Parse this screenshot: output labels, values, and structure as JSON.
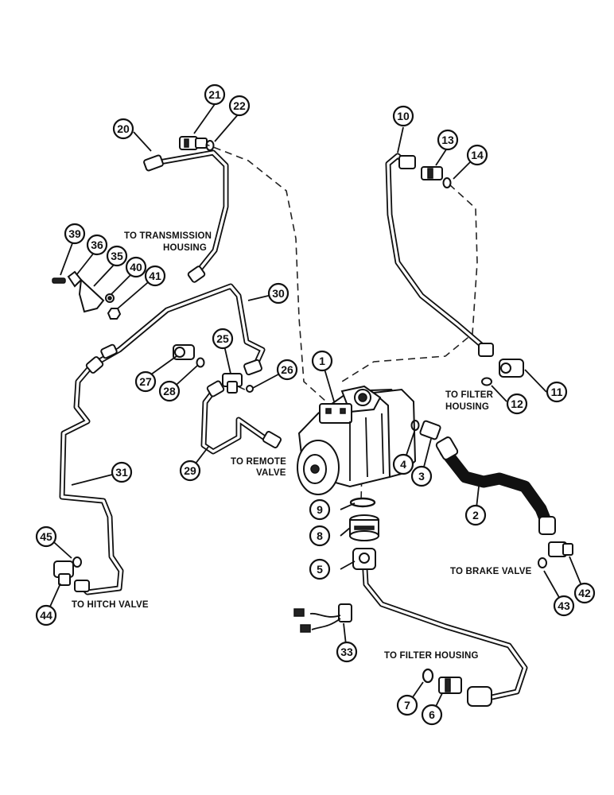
{
  "notes": {
    "transmission_1": "TO TRANSMISSION",
    "transmission_2": "HOUSING",
    "filter_1": "TO FILTER",
    "filter_2": "HOUSING",
    "remote_1": "TO REMOTE",
    "remote_2": "VALVE",
    "brake": "TO BRAKE VALVE",
    "hitch": "TO HITCH VALVE",
    "filter_housing": "TO FILTER HOUSING"
  },
  "callouts": [
    {
      "id": "c1",
      "label": "1"
    },
    {
      "id": "c2",
      "label": "2"
    },
    {
      "id": "c3",
      "label": "3"
    },
    {
      "id": "c4",
      "label": "4"
    },
    {
      "id": "c5",
      "label": "5"
    },
    {
      "id": "c6",
      "label": "6"
    },
    {
      "id": "c7",
      "label": "7"
    },
    {
      "id": "c8",
      "label": "8"
    },
    {
      "id": "c9",
      "label": "9"
    },
    {
      "id": "c10",
      "label": "10"
    },
    {
      "id": "c11",
      "label": "11"
    },
    {
      "id": "c12",
      "label": "12"
    },
    {
      "id": "c13",
      "label": "13"
    },
    {
      "id": "c14",
      "label": "14"
    },
    {
      "id": "c20",
      "label": "20"
    },
    {
      "id": "c21",
      "label": "21"
    },
    {
      "id": "c22",
      "label": "22"
    },
    {
      "id": "c25",
      "label": "25"
    },
    {
      "id": "c26",
      "label": "26"
    },
    {
      "id": "c27",
      "label": "27"
    },
    {
      "id": "c28",
      "label": "28"
    },
    {
      "id": "c29",
      "label": "29"
    },
    {
      "id": "c30",
      "label": "30"
    },
    {
      "id": "c31",
      "label": "31"
    },
    {
      "id": "c33",
      "label": "33"
    },
    {
      "id": "c35",
      "label": "35"
    },
    {
      "id": "c36",
      "label": "36"
    },
    {
      "id": "c39",
      "label": "39"
    },
    {
      "id": "c40",
      "label": "40"
    },
    {
      "id": "c41",
      "label": "41"
    },
    {
      "id": "c42",
      "label": "42"
    },
    {
      "id": "c43",
      "label": "43"
    },
    {
      "id": "c44",
      "label": "44"
    },
    {
      "id": "c45",
      "label": "45"
    }
  ]
}
